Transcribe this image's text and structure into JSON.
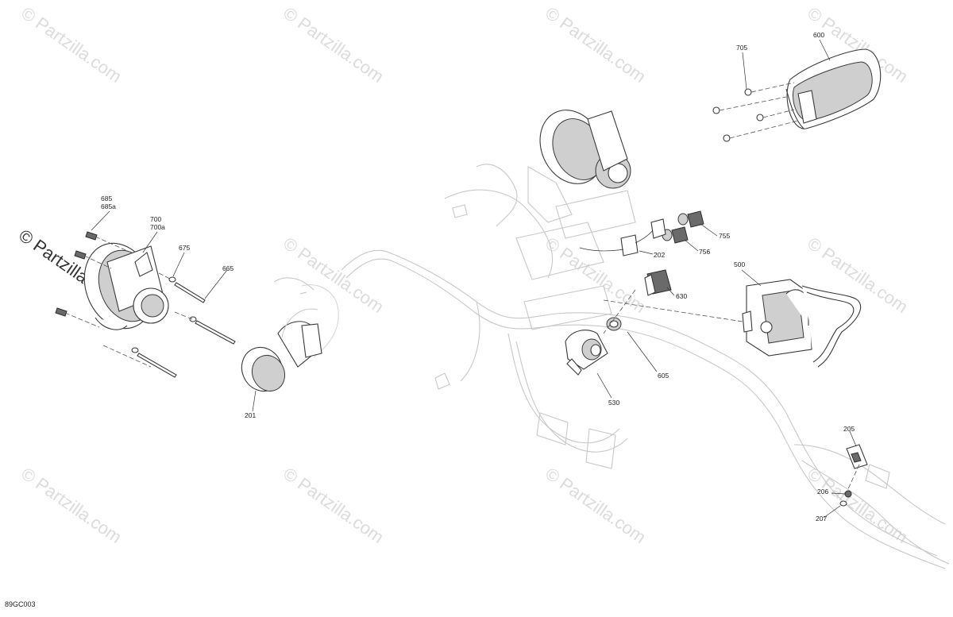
{
  "diagram": {
    "code": "89GC003",
    "watermark": "© Partzilla.com",
    "callouts": [
      "685",
      "685a",
      "700",
      "700a",
      "675",
      "665",
      "201",
      "705",
      "600",
      "755",
      "756",
      "202",
      "630",
      "500",
      "605",
      "530",
      "205",
      "206",
      "207"
    ]
  }
}
